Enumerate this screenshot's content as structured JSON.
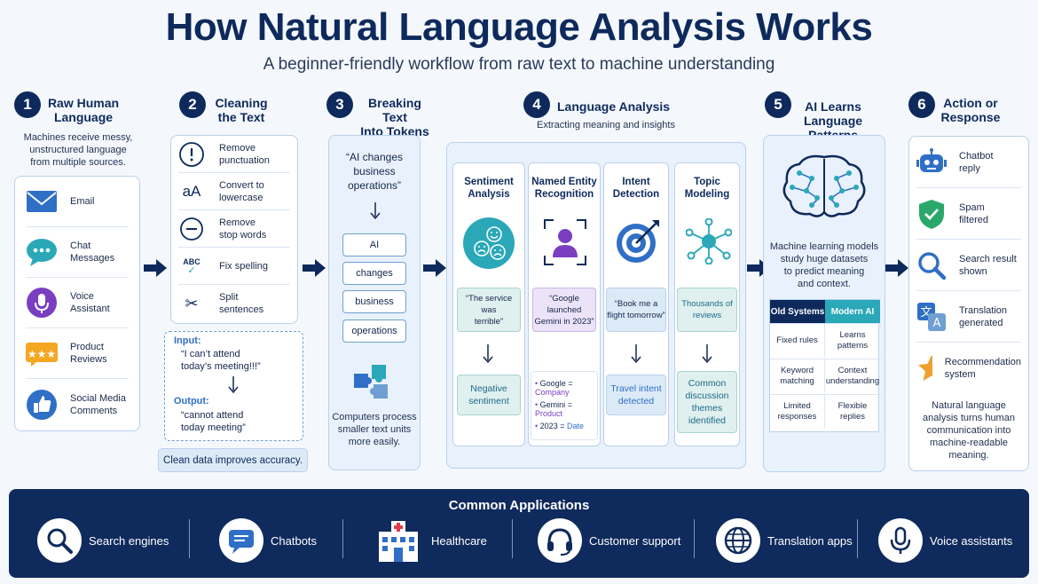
{
  "header": {
    "title": "How Natural Language Analysis Works",
    "subtitle": "A beginner-friendly workflow from raw text to machine understanding"
  },
  "steps": [
    {
      "num": "1",
      "title_l1": "Raw Human",
      "title_l2": "Language",
      "desc": [
        "Machines receive messy,",
        "unstructured language",
        "from multiple sources."
      ],
      "items": [
        {
          "icon": "email-icon",
          "l1": "Email",
          "l2": ""
        },
        {
          "icon": "chat-bubble-icon",
          "l1": "Chat",
          "l2": "Messages"
        },
        {
          "icon": "microphone-icon",
          "l1": "Voice",
          "l2": "Assistant"
        },
        {
          "icon": "stars-rating-icon",
          "l1": "Product",
          "l2": "Reviews"
        },
        {
          "icon": "thumbs-up-icon",
          "l1": "Social Media",
          "l2": "Comments"
        }
      ]
    },
    {
      "num": "2",
      "title_l1": "Cleaning",
      "title_l2": "the Text",
      "items": [
        {
          "icon": "exclamation-icon",
          "l1": "Remove",
          "l2": "punctuation"
        },
        {
          "icon": "case-icon",
          "glyph": "aA",
          "l1": "Convert to",
          "l2": "lowercase"
        },
        {
          "icon": "minus-circle-icon",
          "l1": "Remove",
          "l2": "stop words"
        },
        {
          "icon": "spellcheck-icon",
          "glyph": "ABC",
          "l1": "Fix spelling",
          "l2": ""
        },
        {
          "icon": "scissors-icon",
          "l1": "Split",
          "l2": "sentences"
        }
      ],
      "input_label": "Input:",
      "input_text": [
        "“I can’t attend",
        "today’s meeting!!!”"
      ],
      "output_label": "Output:",
      "output_text": [
        "“cannot attend",
        "today meeting”"
      ],
      "note": "Clean data improves accuracy."
    },
    {
      "num": "3",
      "title_l1": "Breaking Text",
      "title_l2": "Into Tokens",
      "sentence": [
        "“AI changes",
        "business",
        "operations”"
      ],
      "tokens": [
        "AI",
        "changes",
        "business",
        "operations"
      ],
      "desc": [
        "Computers process",
        "smaller text units",
        "more easily."
      ]
    },
    {
      "num": "4",
      "title_l1": "Language Analysis",
      "subtitle": "Extracting meaning and insights",
      "subs": [
        {
          "h1": "Sentiment",
          "h2": "Analysis",
          "icon": "sentiment-faces-icon",
          "quote": [
            "“The service was",
            "terrible”"
          ],
          "result": [
            "Negative",
            "sentiment"
          ]
        },
        {
          "h1": "Named Entity",
          "h2": "Recognition",
          "icon": "person-scan-icon",
          "quote": [
            "“Google launched",
            "Gemini in 2023”"
          ],
          "entities": [
            {
              "word": "Google",
              "eq": "=",
              "type": "Company"
            },
            {
              "word": "Gemini",
              "eq": "=",
              "type": "Product"
            },
            {
              "word": "2023",
              "eq": "=",
              "type": "Date"
            }
          ]
        },
        {
          "h1": "Intent",
          "h2": "Detection",
          "icon": "target-icon",
          "quote": [
            "“Book me a",
            "flight tomorrow”"
          ],
          "result": [
            "Travel intent",
            "detected"
          ]
        },
        {
          "h1": "Topic",
          "h2": "Modeling",
          "icon": "network-icon",
          "quote": [
            "Thousands of",
            "reviews"
          ],
          "result": [
            "Common",
            "discussion",
            "themes",
            "identified"
          ]
        }
      ]
    },
    {
      "num": "5",
      "title_l1": "AI Learns",
      "title_l2": "Language Patterns",
      "desc": [
        "Machine learning models",
        "study huge datasets",
        "to predict meaning",
        "and context."
      ],
      "table": {
        "col1": "Old Systems",
        "col2": "Modern AI",
        "rows": [
          {
            "a": [
              "Fixed rules"
            ],
            "b": [
              "Learns",
              "patterns"
            ]
          },
          {
            "a": [
              "Keyword",
              "matching"
            ],
            "b": [
              "Context",
              "understanding"
            ]
          },
          {
            "a": [
              "Limited",
              "responses"
            ],
            "b": [
              "Flexible",
              "replies"
            ]
          }
        ]
      }
    },
    {
      "num": "6",
      "title_l1": "Action or",
      "title_l2": "Response",
      "items": [
        {
          "icon": "robot-icon",
          "l1": "Chatbot",
          "l2": "reply"
        },
        {
          "icon": "shield-check-icon",
          "l1": "Spam",
          "l2": "filtered"
        },
        {
          "icon": "search-icon",
          "l1": "Search result",
          "l2": "shown"
        },
        {
          "icon": "translate-icon",
          "l1": "Translation",
          "l2": "generated"
        },
        {
          "icon": "star-icon",
          "l1": "Recommendation",
          "l2": "system"
        }
      ],
      "desc": [
        "Natural language",
        "analysis turns human",
        "communication into",
        "machine-readable",
        "meaning."
      ]
    }
  ],
  "applications": {
    "title": "Common Applications",
    "items": [
      {
        "icon": "search-icon",
        "label": "Search engines"
      },
      {
        "icon": "chat-icon",
        "label": "Chatbots"
      },
      {
        "icon": "hospital-icon",
        "label": "Healthcare"
      },
      {
        "icon": "headset-icon",
        "label": "Customer support"
      },
      {
        "icon": "globe-icon",
        "label": "Translation apps"
      },
      {
        "icon": "microphone-icon",
        "label": "Voice assistants"
      }
    ]
  },
  "colors": {
    "navy": "#0e2a5c",
    "accent_blue": "#2f6fc6",
    "teal": "#2aa8b8",
    "purple": "#7a3fc0"
  }
}
